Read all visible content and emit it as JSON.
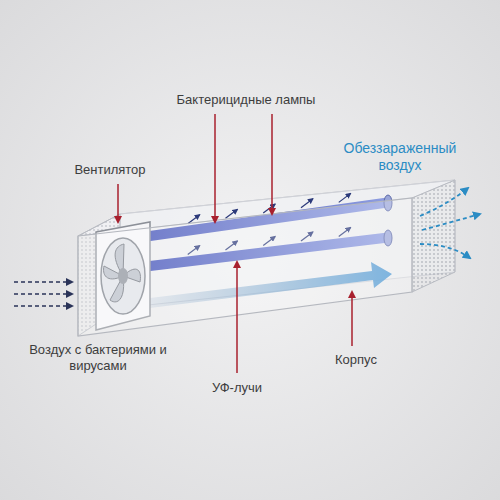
{
  "diagram": {
    "labels": [
      "Бактерицидные лампы",
      "Вентилятор",
      "Обеззараженный воздух",
      "Воздух с бактериями и вирусами",
      "Корпус",
      "УФ-лучи"
    ]
  }
}
